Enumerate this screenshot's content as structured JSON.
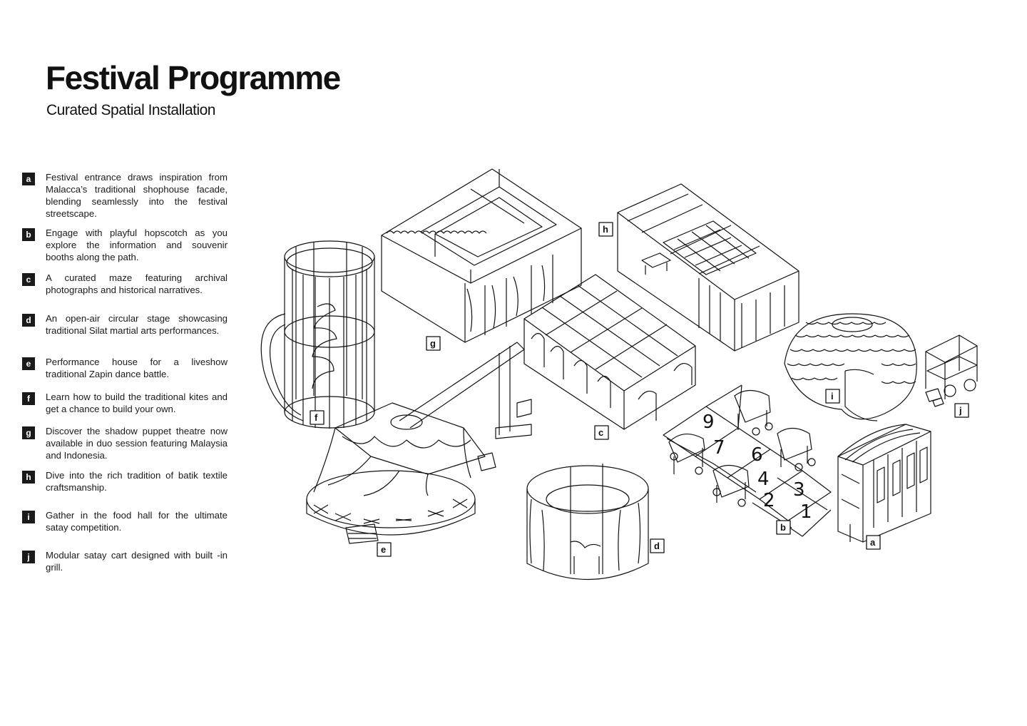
{
  "header": {
    "title": "Festival Programme",
    "subtitle": "Curated Spatial Installation"
  },
  "legend": [
    {
      "key": "a",
      "text": "Festival entrance draws inspiration from Malacca’s traditional shophouse facade, blending seamlessly into the festival streetscape."
    },
    {
      "key": "b",
      "text": "Engage with playful hopscotch as you explore the information and souvenir booths along the path."
    },
    {
      "key": "c",
      "text": "A curated maze featuring archival photographs and historical narratives."
    },
    {
      "key": "d",
      "text": "An open-air circular stage showcasing traditional Silat martial arts performances."
    },
    {
      "key": "e",
      "text": "Performance house for a liveshow traditional Zapin dance battle."
    },
    {
      "key": "f",
      "text": "Learn how to build the traditional kites and get a chance to build your own."
    },
    {
      "key": "g",
      "text": "Discover the shadow puppet theatre now available in duo session featuring Malaysia and Indonesia."
    },
    {
      "key": "h",
      "text": "Dive into the rich tradition of batik textile craftsmanship."
    },
    {
      "key": "i",
      "text": "Gather in the food hall for the ultimate satay competition."
    },
    {
      "key": "j",
      "text": "Modular satay cart designed with built -in grill."
    }
  ],
  "hopscotch_numbers": [
    "1",
    "2",
    "3",
    "4",
    "6",
    "7",
    "9"
  ],
  "colors": {
    "line": "#111111",
    "background": "#ffffff",
    "key_fill": "#1a1a1a"
  }
}
